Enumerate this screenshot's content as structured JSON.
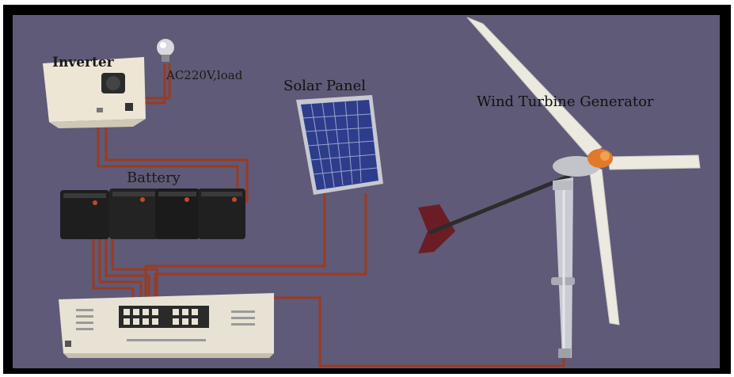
{
  "labels": {
    "inverter": "Inverter",
    "ac_load": "AC220V,load",
    "solar_panel": "Solar Panel",
    "wind_turbine": "Wind Turbine Generator",
    "battery": "Battery"
  },
  "colors": {
    "background": "#5f5a77",
    "frame": "#000000",
    "wire": "#9a3b22",
    "battery_body": "#1e1e1e",
    "device_body": "#e8e2d4",
    "solar_cell": "#2d3d8c",
    "turbine_blade": "#ece9e1",
    "nacelle_cap": "#e07a2a"
  },
  "icons": [
    "light-bulb-icon",
    "tail-vane-icon"
  ]
}
